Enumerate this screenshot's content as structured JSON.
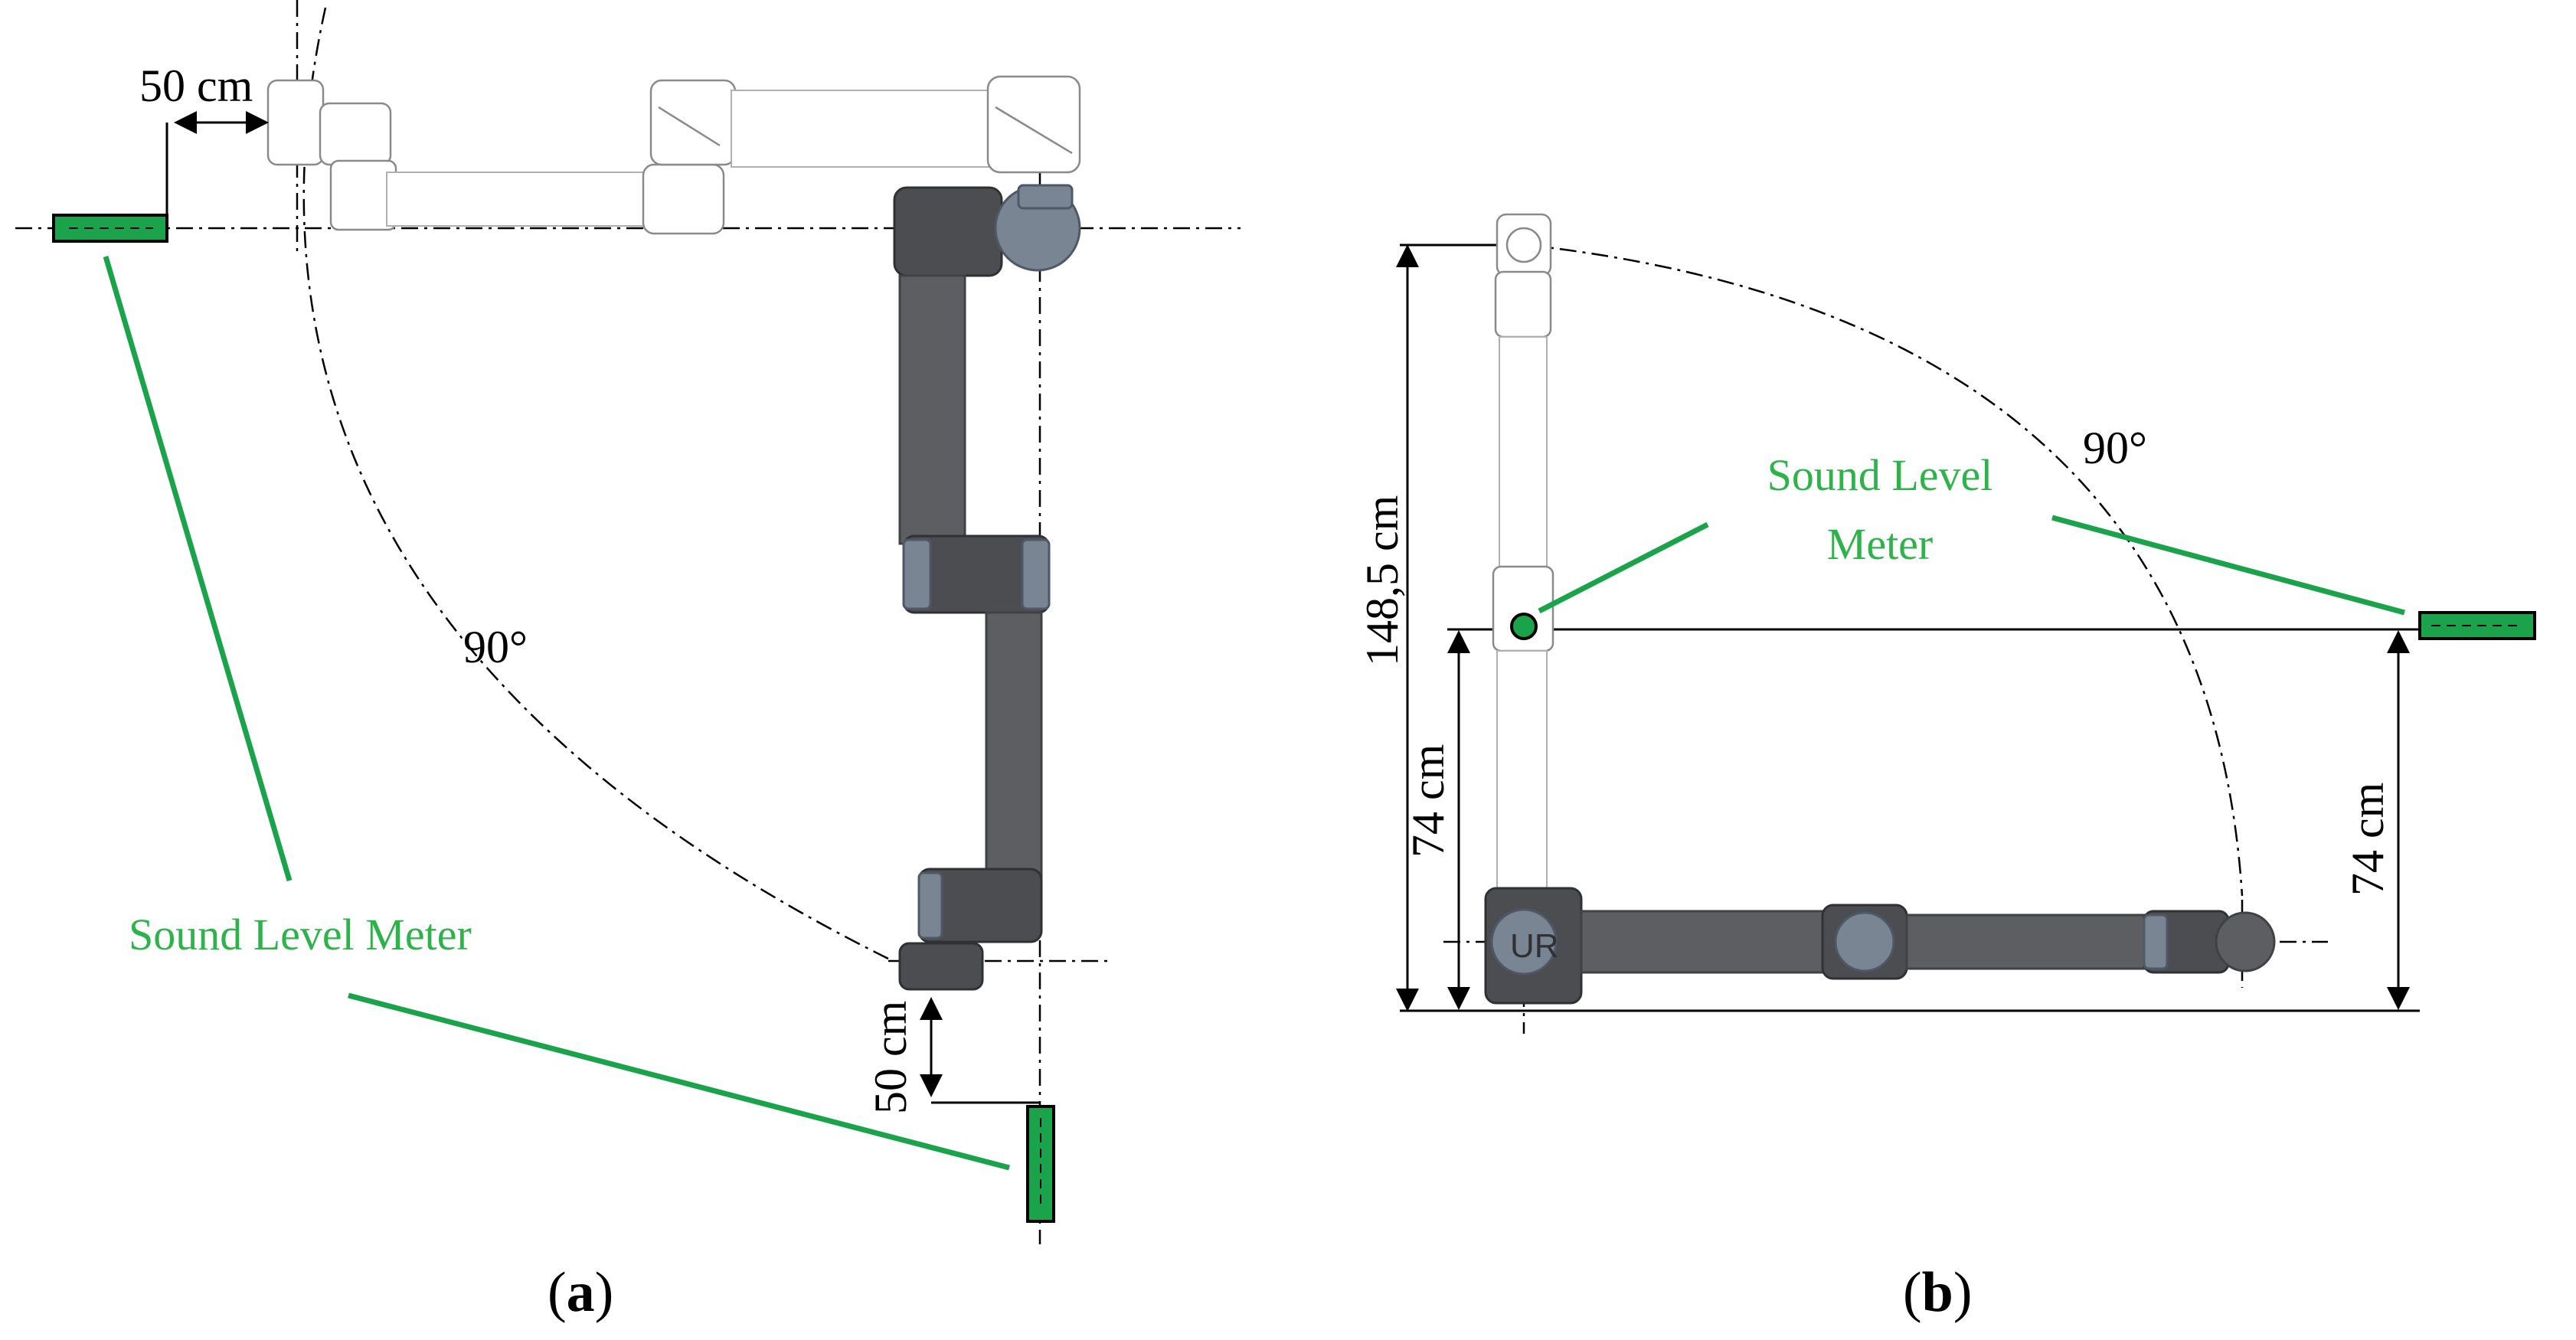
{
  "colors": {
    "meter_green": "#1aa34a",
    "label_green": "#2db34a",
    "robot_dark": "#5c5e62",
    "robot_cap": "#7a8594"
  },
  "panel_a": {
    "caption_open": "(",
    "caption_letter": "a",
    "caption_close": ")",
    "label_sound_meter": "Sound Level Meter",
    "dim_top": "50 cm",
    "dim_bottom": "50 cm",
    "angle": "90°"
  },
  "panel_b": {
    "caption_open": "(",
    "caption_letter": "b",
    "caption_close": ")",
    "label_sound_line1": "Sound Level",
    "label_sound_line2": "Meter",
    "dim_total": "148,5 cm",
    "dim_left_lower": "74 cm",
    "dim_right": "74 cm",
    "angle": "90°"
  }
}
